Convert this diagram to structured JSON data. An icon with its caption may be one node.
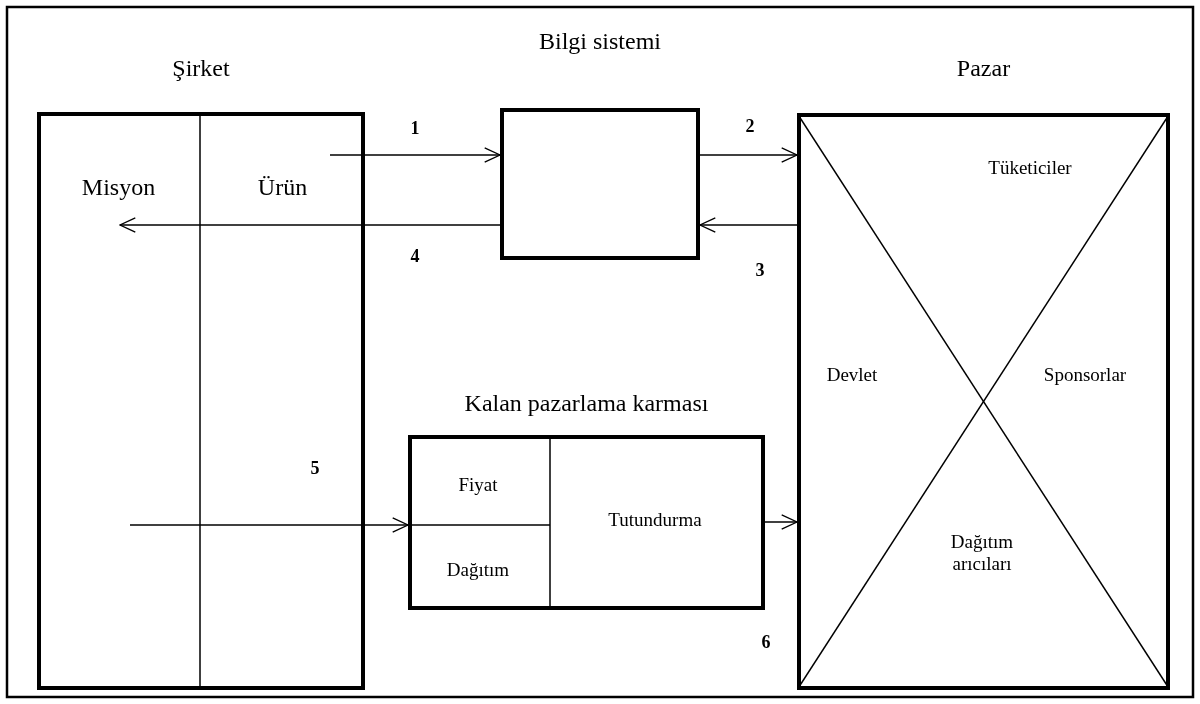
{
  "diagram": {
    "nodes": [
      {
        "text": [
          "Şirket"
        ]
      },
      {
        "text": [
          "Misyon"
        ],
        "in": 0
      },
      {
        "text": [
          "Ürün"
        ],
        "in": 0
      },
      {
        "text": [
          "Bilgi sistemi"
        ]
      },
      {
        "text": [
          "Pazar"
        ]
      },
      {
        "text": [
          "Tüketiciler"
        ],
        "in": 4
      },
      {
        "text": [
          "Devlet"
        ],
        "in": 4
      },
      {
        "text": [
          "Sponsorlar"
        ],
        "in": 4
      },
      {
        "text": [
          "Dağıtım arıcıları"
        ],
        "in": 4
      },
      {
        "text": [
          "Kalan pazarlama karması"
        ]
      },
      {
        "text": [
          "Fiyat"
        ],
        "in": 9
      },
      {
        "text": [
          "Dağıtım"
        ],
        "in": 9
      },
      {
        "text": [
          "Tutundurma"
        ],
        "in": 9
      }
    ],
    "edges": [
      {
        "from": 2,
        "to": 3,
        "arrow": "to",
        "label": "1"
      },
      {
        "from": 3,
        "to": 4,
        "arrow": "to",
        "label": "2"
      },
      {
        "from": 4,
        "to": 3,
        "arrow": "to",
        "label": "3"
      },
      {
        "from": 3,
        "to": 1,
        "arrow": "to",
        "label": "4"
      },
      {
        "from": null,
        "to": 9,
        "arrow": "to",
        "label": "5"
      },
      {
        "from": 9,
        "to": 4,
        "arrow": "to"
      }
    ],
    "labels": [
      "6"
    ]
  }
}
